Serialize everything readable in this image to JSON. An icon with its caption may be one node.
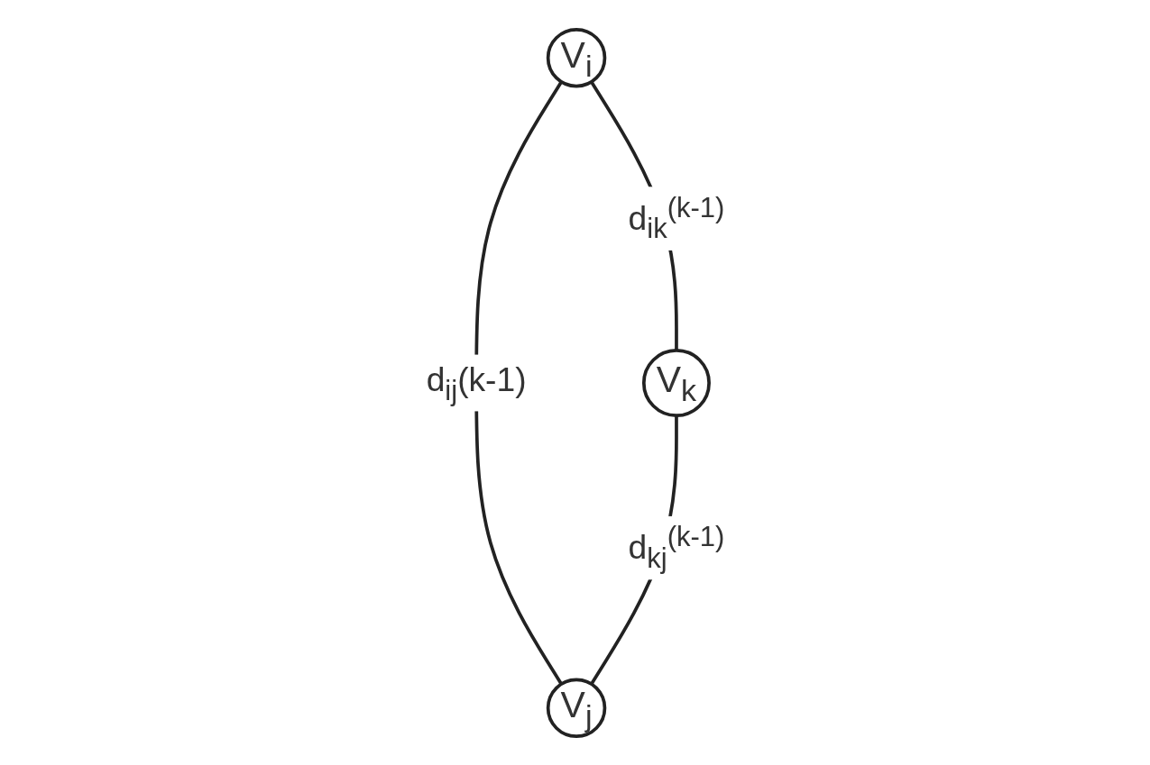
{
  "diagram": {
    "nodes": [
      {
        "text": [
          "V$_{i}$"
        ]
      },
      {
        "text": [
          "V$_{j}$"
        ]
      },
      {
        "text": [
          "V$_{k}$"
        ]
      }
    ],
    "edges": [
      {
        "from": 0,
        "to": 1,
        "arrow": "none",
        "label": "d$_{ij}$(k-1)"
      },
      {
        "from": 0,
        "to": 2,
        "arrow": "none",
        "label": "d$_{ik}$$^{(k-1)}$"
      },
      {
        "from": 2,
        "to": 1,
        "arrow": "none",
        "label": "d$_{kj}$$^{(k-1)}$"
      }
    ]
  }
}
